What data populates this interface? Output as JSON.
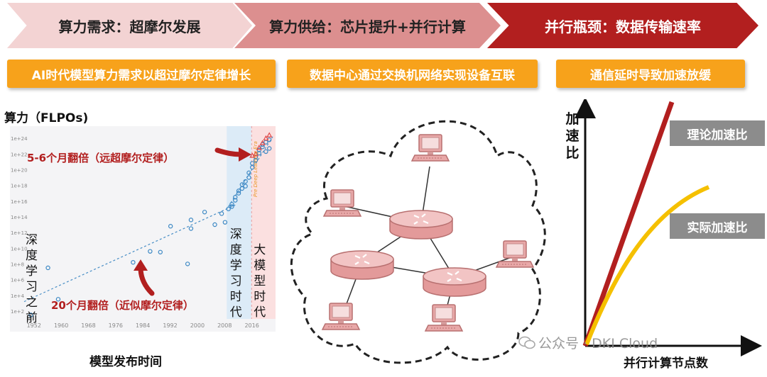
{
  "header": {
    "step1": "算力需求：超摩尔发展",
    "step2": "算力供给：芯片提升+并行计算",
    "step3": "并行瓶颈：数据传输速率"
  },
  "banners": {
    "b1": "AI时代模型算力需求以超过摩尔定律增长",
    "b2": "数据中心通过交换机网络实现设备互联",
    "b3": "通信延时导致加速放缓"
  },
  "left_panel": {
    "y_title": "算力（FLPOs)",
    "x_title": "模型发布时间",
    "era_tag": "Pre Deep Learning Era",
    "annotation_fast": "5-6个月翻倍（远超摩尔定律）",
    "annotation_slow": "20个月翻倍（近似摩尔定律）",
    "era_before": "深度学习之前",
    "era_dl": "深度学习时代",
    "era_llm": "大模型时代"
  },
  "right_panel": {
    "y_title": "加速比",
    "x_title": "并行计算节点数",
    "theory_label": "理论加速比",
    "actual_label": "实际加速比"
  },
  "watermark": "公众号 · DKI Cloud",
  "colors": {
    "accent_red": "#b21f1f",
    "banner_orange": "#f7a21b",
    "theory_line": "#b21f1f",
    "actual_line": "#f5c000",
    "node_fill": "#e8a8a8"
  },
  "chart_data": {
    "type": "scatter",
    "x_ticks": [
      "1952",
      "1960",
      "1968",
      "1976",
      "1984",
      "1992",
      "2000",
      "2008",
      "2016"
    ],
    "y_ticks": [
      "1e+2",
      "1e+4",
      "1e+6",
      "1e+8",
      "1e+10",
      "1e+12",
      "1e+14",
      "1e+16",
      "1e+18",
      "1e+20",
      "1e+22",
      "1e+24"
    ],
    "xlim": [
      1950,
      2023
    ],
    "ylim": [
      1,
      25
    ],
    "log_scale_y": true,
    "series": [
      {
        "name": "",
        "era": "before",
        "points": [
          [
            1952,
            1.5
          ],
          [
            1957,
            7.5
          ],
          [
            1960,
            3.5
          ],
          [
            1982,
            8.2
          ],
          [
            1987,
            9.6
          ],
          [
            1990,
            9.5
          ],
          [
            1993,
            12.8
          ],
          [
            1998,
            8.0
          ],
          [
            1999,
            12.5
          ],
          [
            1999,
            13.6
          ],
          [
            2003,
            14.6
          ],
          [
            2006,
            13.0
          ],
          [
            2008,
            14.4
          ],
          [
            2009,
            13.3
          ]
        ]
      },
      {
        "name": "",
        "era": "dl",
        "points": [
          [
            2010,
            15.0
          ],
          [
            2011,
            15.6
          ],
          [
            2011,
            15.3
          ],
          [
            2012,
            16.1
          ],
          [
            2012,
            16.5
          ],
          [
            2013,
            17.3
          ],
          [
            2013,
            17.0
          ],
          [
            2014,
            17.6
          ],
          [
            2014,
            18.1
          ],
          [
            2015,
            17.9
          ],
          [
            2015,
            18.5
          ],
          [
            2016,
            19.6
          ],
          [
            2016,
            19.0
          ],
          [
            2017,
            20.3
          ],
          [
            2017,
            20.8
          ]
        ]
      },
      {
        "name": "",
        "era": "llm",
        "points": [
          [
            2018,
            21.2
          ],
          [
            2018,
            21.6
          ],
          [
            2019,
            22.1
          ],
          [
            2019,
            22.5
          ],
          [
            2020,
            22.9
          ],
          [
            2020,
            23.2
          ],
          [
            2021,
            22.3
          ],
          [
            2021,
            23.5
          ],
          [
            2022,
            23.8
          ],
          [
            2022,
            22.7
          ]
        ]
      },
      {
        "name": "",
        "era": "llm-red",
        "points": [
          [
            2018,
            22.0
          ],
          [
            2019,
            22.8
          ],
          [
            2020,
            23.4
          ],
          [
            2021,
            24.0
          ],
          [
            2022,
            24.4
          ],
          [
            2017,
            21.8
          ]
        ]
      }
    ],
    "trend_before": [
      [
        1950,
        3.2
      ],
      [
        2012,
        15.5
      ]
    ],
    "trend_after": [
      [
        2010,
        15.3
      ],
      [
        2023,
        24.2
      ]
    ]
  }
}
